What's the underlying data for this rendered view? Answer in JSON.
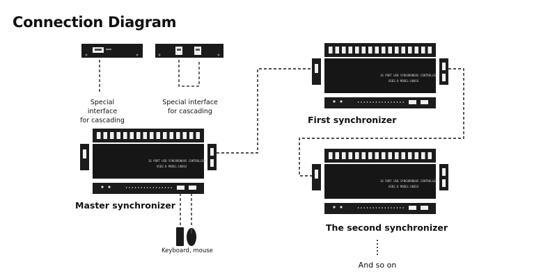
{
  "title": "Connection Diagram",
  "labels": {
    "cascade_left": [
      "Special interface",
      "for cascading"
    ],
    "cascade_right": [
      "Special interface",
      "for cascading"
    ],
    "master": "Master synchronizer",
    "first": "First synchronizer",
    "second": "The second synchronizer",
    "kbm": "Keyboard, mouse",
    "and_so_on": "And so on"
  },
  "device_text": {
    "line1": "16 PORT USB SYNCHRONOUS CONTROLLER",
    "line2": "USB2.0  MODEL:U0016"
  }
}
